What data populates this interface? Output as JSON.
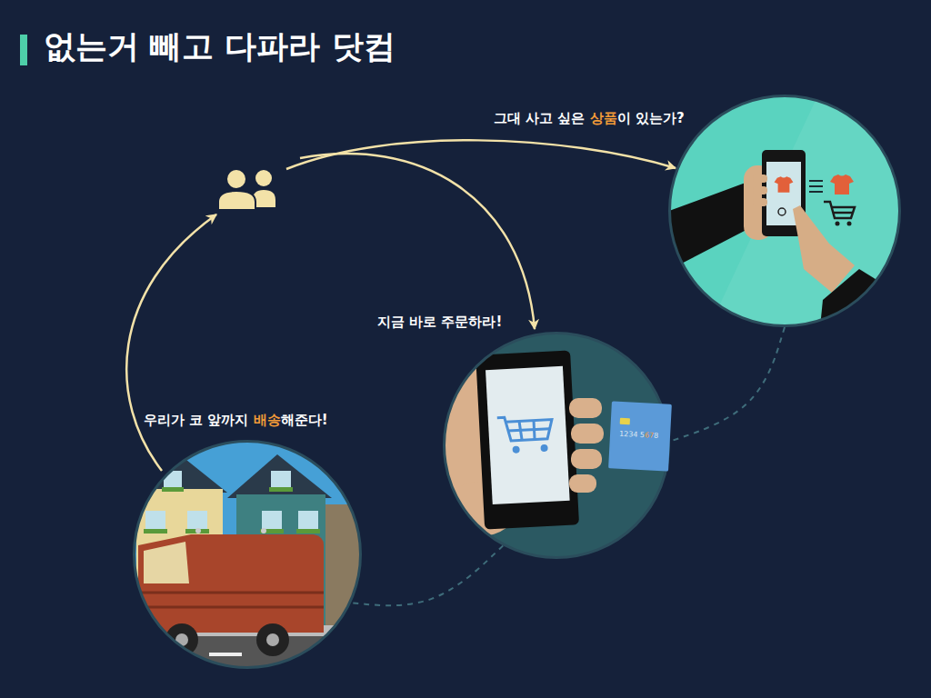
{
  "diagram": {
    "title": "없는거 빼고 다파라 닷컴",
    "nodes": [
      {
        "text": [
          "그대 사고 싶은 상품이 있는가?"
        ]
      },
      {
        "text": [
          "지금 바로 주문하라!"
        ]
      },
      {
        "text": [
          "1234 5678"
        ],
        "in": 1
      },
      {
        "text": [
          "우리가 코 앞까지 배송해준다!"
        ]
      }
    ],
    "edges": [
      {
        "from": 0,
        "to": 1,
        "arrow": "none"
      },
      {
        "from": 1,
        "to": 3,
        "arrow": "none"
      }
    ]
  }
}
